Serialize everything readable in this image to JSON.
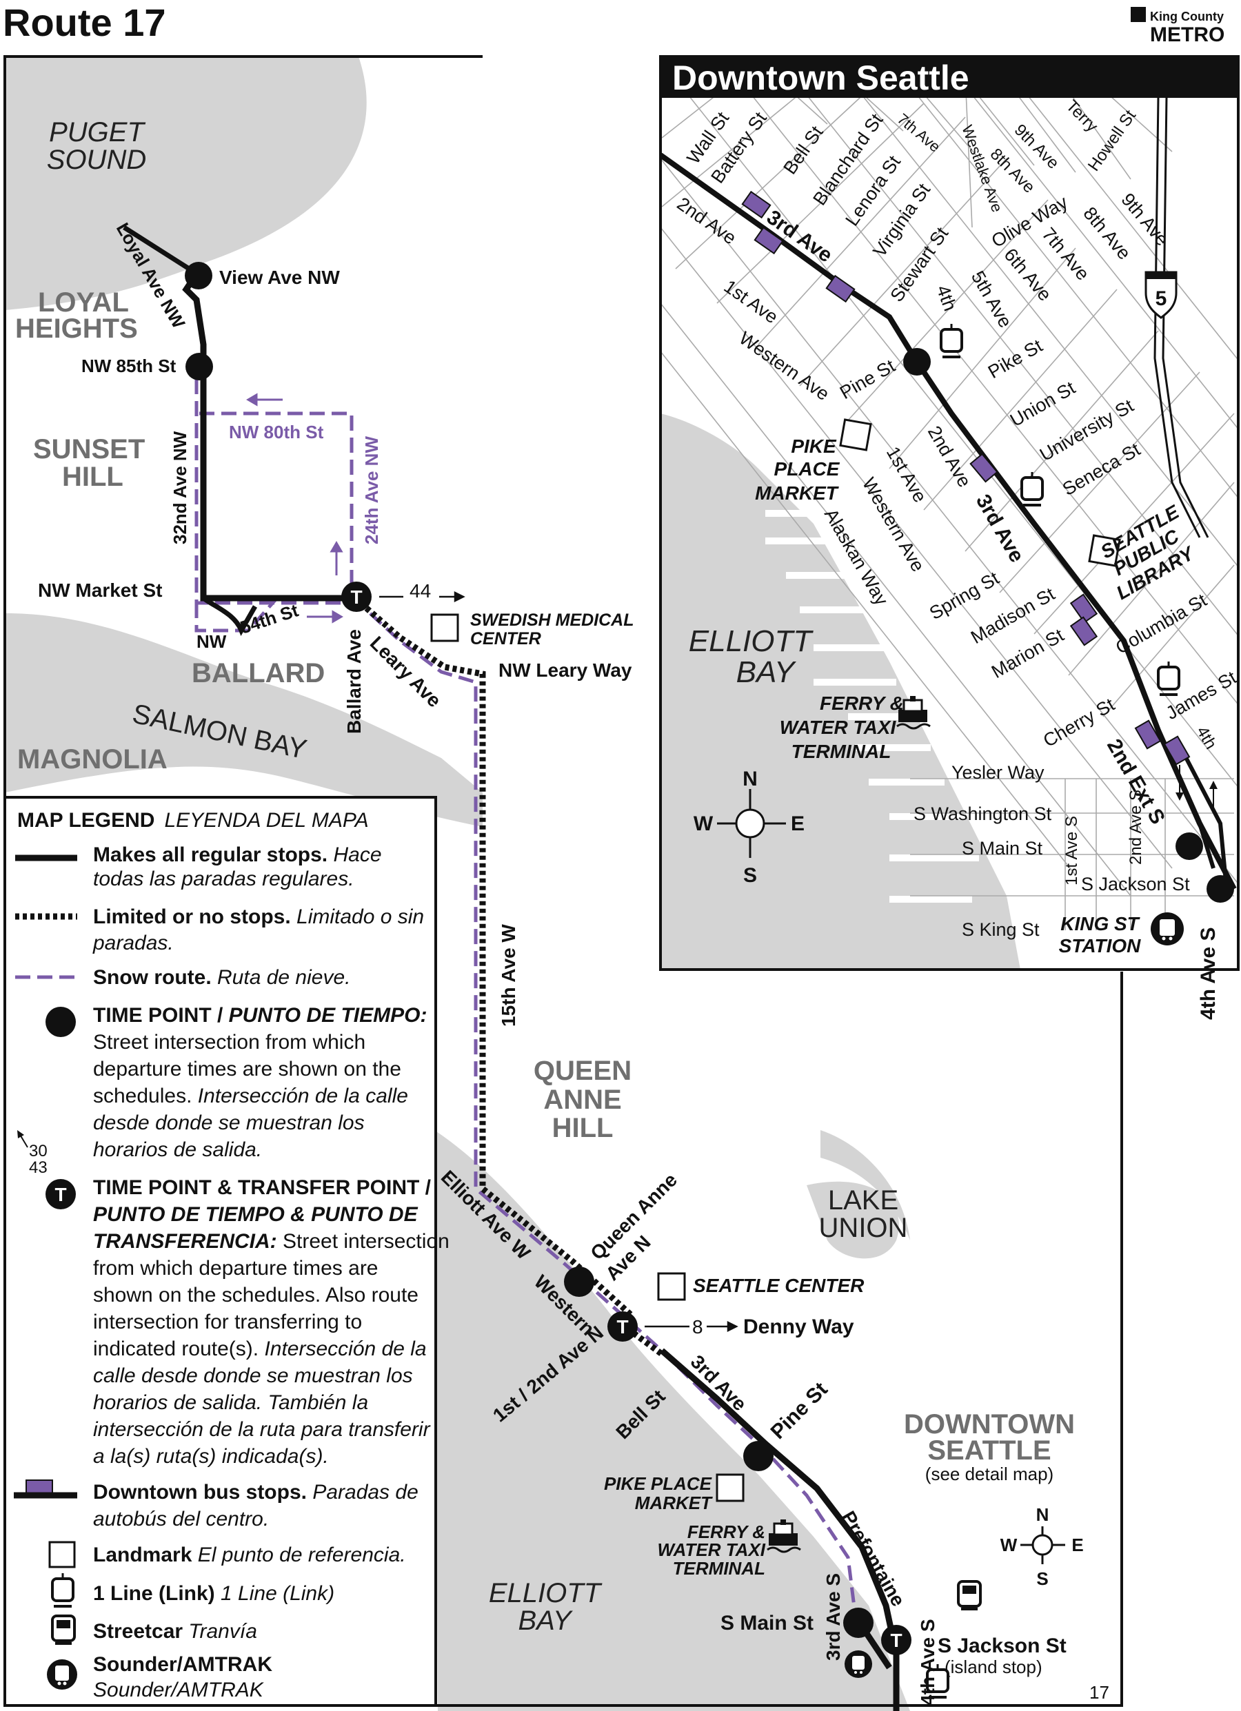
{
  "header": {
    "title": "Route 17",
    "brand_line1": "King County",
    "brand_line2": "METRO"
  },
  "colors": {
    "route": "#111111",
    "snow": "#7a5ba8",
    "water": "#d4d4d4",
    "stop_fill": "#7a5ba8"
  },
  "main_map": {
    "areas": {
      "loyal1": "LOYAL",
      "loyal2": "HEIGHTS",
      "sunset1": "SUNSET",
      "sunset2": "HILL",
      "ballard": "BALLARD",
      "magnolia": "MAGNOLIA",
      "qa1": "QUEEN",
      "qa2": "ANNE",
      "qa3": "HILL",
      "dt1": "DOWNTOWN",
      "dt2": "SEATTLE",
      "dt_note": "(see detail map)"
    },
    "water": {
      "puget1": "PUGET",
      "puget2": "SOUND",
      "salmon": "SALMON BAY",
      "lake1": "LAKE",
      "lake2": "UNION",
      "elliott1": "ELLIOTT",
      "elliott2": "BAY"
    },
    "streets": {
      "view": "View Ave NW",
      "loyal": "Loyal Ave NW",
      "nw85": "NW 85th St",
      "nw80": "NW 80th St",
      "ave24": "24th Ave NW",
      "ave32": "32nd Ave NW",
      "market": "NW Market St",
      "nw": "NW",
      "st54": "54th St",
      "ballard_ave": "Ballard Ave",
      "leary_ave": "Leary Ave",
      "leary_way": "NW Leary Way",
      "ave15": "15th Ave W",
      "elliott_ave": "Elliott Ave W",
      "qa_ave1": "Queen Anne",
      "qa_ave2": "Ave N",
      "western": "Western",
      "first_second": "1st / 2nd Ave N",
      "denny": "Denny Way",
      "third": "3rd Ave",
      "bell": "Bell St",
      "pine": "Pine St",
      "prefontaine": "Prefontaine",
      "main": "S Main St",
      "third_s": "3rd Ave S",
      "fourth_s": "4th Ave S",
      "jackson": "S Jackson St",
      "island": "(island stop)"
    },
    "landmarks": {
      "swedish1": "SWEDISH MEDICAL",
      "swedish2": "CENTER",
      "seattle_center": "SEATTLE CENTER",
      "pike1": "PIKE PLACE",
      "pike2": "MARKET",
      "ferry1": "FERRY &",
      "ferry2": "WATER TAXI",
      "ferry3": "TERMINAL"
    },
    "transfers": {
      "r44": "44",
      "r8": "8"
    },
    "compass": {
      "n": "N",
      "s": "S",
      "w": "W",
      "e": "E"
    },
    "page_number": "17"
  },
  "inset": {
    "title": "Downtown Seattle",
    "streets": {
      "wall": "Wall St",
      "battery": "Battery St",
      "bell": "Bell St",
      "blanchard": "Blanchard St",
      "lenora": "Lenora St",
      "virginia": "Virginia St",
      "stewart": "Stewart St",
      "ave7": "7th Ave",
      "westlake": "Westlake Ave",
      "ave8a": "8th Ave",
      "ave9a": "9th Ave",
      "terry": "Terry",
      "howell": "Howell St",
      "ave9b": "9th Ave",
      "ave8b": "8th Ave",
      "ave7b": "7th Ave",
      "olive": "Olive Way",
      "ave6": "6th Ave",
      "ave5": "5th Ave",
      "ave4": "4th",
      "ave2": "2nd Ave",
      "ave3": "3rd Ave",
      "ave1": "1st Ave",
      "western": "Western Ave",
      "pine": "Pine St",
      "pike": "Pike St",
      "union": "Union St",
      "university": "University St",
      "seneca": "Seneca St",
      "ave1b": "1st Ave",
      "ave2b": "2nd Ave",
      "ave3b": "3rd Ave",
      "western2": "Western Ave",
      "alaskan": "Alaskan Way",
      "spring": "Spring St",
      "madison": "Madison St",
      "marion": "Marion St",
      "columbia": "Columbia St",
      "cherry": "Cherry St",
      "james": "James St",
      "ave4b": "4th",
      "yesler": "Yesler Way",
      "washington": "S Washington St",
      "main": "S Main St",
      "ave1s": "1st Ave S",
      "ave2s": "2nd Ave S",
      "jackson": "S Jackson St",
      "king": "S King St",
      "ext": "2nd Ext S",
      "fourth_s": "4th Ave S",
      "i5": "5"
    },
    "landmarks": {
      "pike1": "PIKE",
      "pike2": "PLACE",
      "pike3": "MARKET",
      "lib1": "SEATTLE",
      "lib2": "PUBLIC",
      "lib3": "LIBRARY",
      "ferry1": "FERRY &",
      "ferry2": "WATER TAXI",
      "ferry3": "TERMINAL",
      "king1": "KING ST",
      "king2": "STATION"
    },
    "water": {
      "e1": "ELLIOTT",
      "e2": "BAY"
    }
  },
  "legend": {
    "title": "MAP LEGEND",
    "title_es": "LEYENDA DEL MAPA",
    "items": [
      {
        "bold": "Makes all regular stops.",
        "rest": " Hace",
        "line2": "todas las paradas regulares."
      },
      {
        "bold": "Limited or no stops.",
        "rest": " Limitado o sin",
        "line2": "paradas."
      },
      {
        "bold": "Snow route.",
        "rest": " Ruta de nieve."
      }
    ],
    "timepoint": {
      "bold": "TIME POINT / ",
      "bold_it": "PUNTO DE TIEMPO:",
      "l2": "Street intersection from which",
      "l3": "departure times are shown on the",
      "l4": "schedules. ",
      "l4i": "Intersección de la calle",
      "l5": "desde donde se muestran los",
      "l6": "horarios de salida."
    },
    "transfer_example": {
      "a": "30",
      "b": "43"
    },
    "transfer": {
      "l1": "TIME POINT & TRANSFER POINT /",
      "l2": "PUNTO DE TIEMPO & PUNTO DE",
      "l3b": "TRANSFERENCIA:",
      "l3": " Street intersection",
      "l4": "from which departure times are",
      "l5": "shown on the schedules. Also route",
      "l6": "intersection for transferring to",
      "l7": "indicated route(s). ",
      "l7i": "Intersección de la",
      "l8": "calle desde donde se muestran los",
      "l9": "horarios de salida. También la",
      "l10": "intersección de la ruta para transferir",
      "l11": "a la(s) ruta(s) indicada(s)."
    },
    "downtown": {
      "bold": "Downtown bus stops.",
      "rest": " Paradas de",
      "line2": "autobús del centro."
    },
    "landmark": {
      "bold": "Landmark",
      "rest": " El punto de referencia."
    },
    "link": {
      "bold": "1 Line (Link)",
      "rest": " 1 Line (Link)"
    },
    "streetcar": {
      "bold": "Streetcar",
      "rest": " Tranvía"
    },
    "sounder": {
      "bold": "Sounder/AMTRAK",
      "line2": "Sounder/AMTRAK"
    }
  }
}
